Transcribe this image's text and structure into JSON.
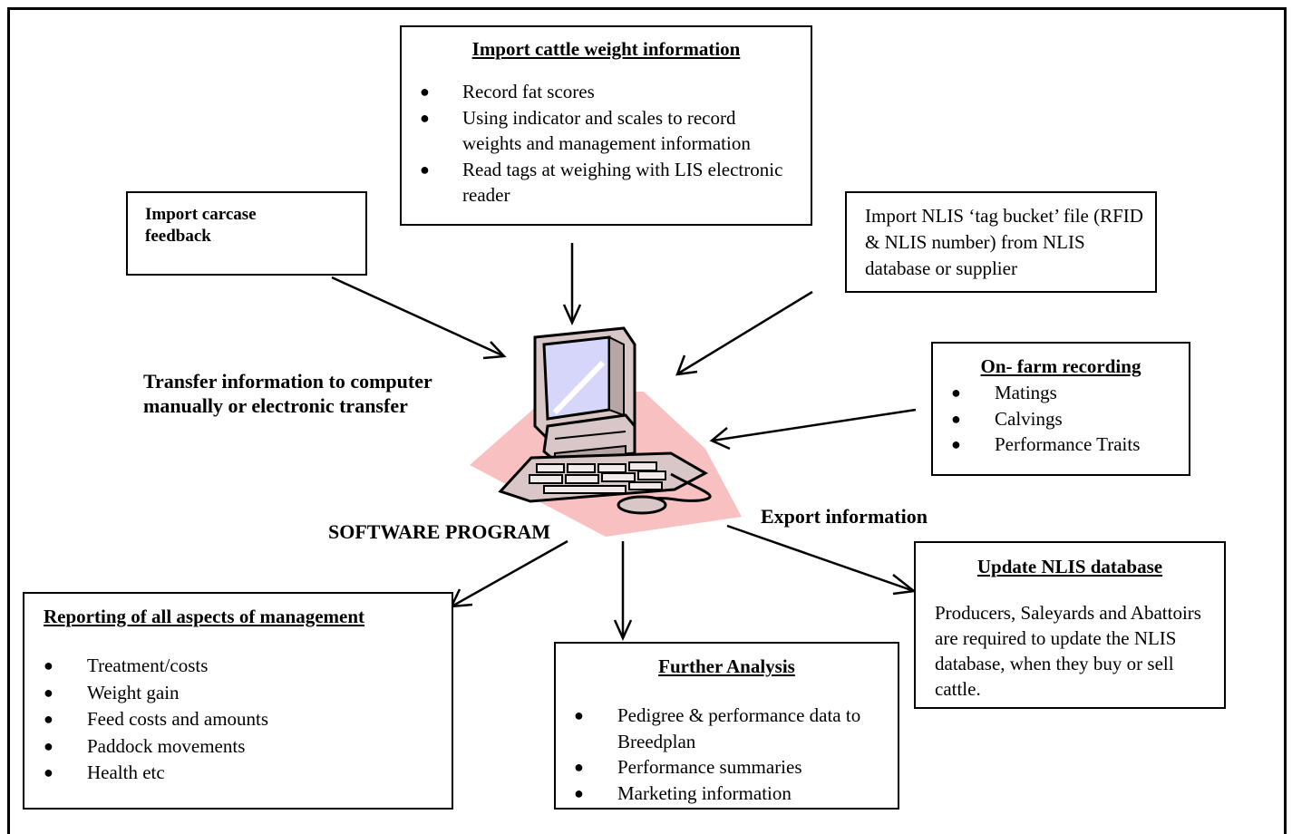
{
  "boxes": {
    "weight": {
      "title": "Import cattle weight information",
      "items": [
        "Record fat scores",
        "Using indicator and scales to record weights and management information",
        "Read tags at weighing with LIS electronic reader"
      ]
    },
    "carcase": {
      "text": "Import carcase feedback"
    },
    "nlis_import": {
      "text": "Import NLIS ‘tag bucket’ file (RFID & NLIS number) from NLIS database or supplier"
    },
    "onfarm": {
      "title": "On- farm recording",
      "items": [
        "Matings",
        "Calvings",
        "Performance Traits"
      ]
    },
    "reporting": {
      "title": "Reporting of all aspects of management",
      "items": [
        "Treatment/costs",
        "Weight gain",
        "Feed costs and amounts",
        "Paddock movements",
        "Health etc"
      ]
    },
    "analysis": {
      "title": "Further Analysis",
      "items": [
        "Pedigree & performance data to Breedplan",
        "Performance summaries",
        "Marketing information"
      ]
    },
    "nlis_update": {
      "title": "Update NLIS database",
      "text": "Producers, Saleyards and Abattoirs are required to update the NLIS database, when they buy or sell cattle."
    }
  },
  "labels": {
    "transfer": "Transfer information to computer manually or electronic transfer",
    "software": "SOFTWARE PROGRAM",
    "export": "Export information"
  },
  "colors": {
    "shadow": "#f8c0c0",
    "screen": "#d8d8f8",
    "case": "#d8c8c8"
  },
  "icons": {
    "computer": "computer-icon",
    "bullet": "bullet-dot"
  }
}
